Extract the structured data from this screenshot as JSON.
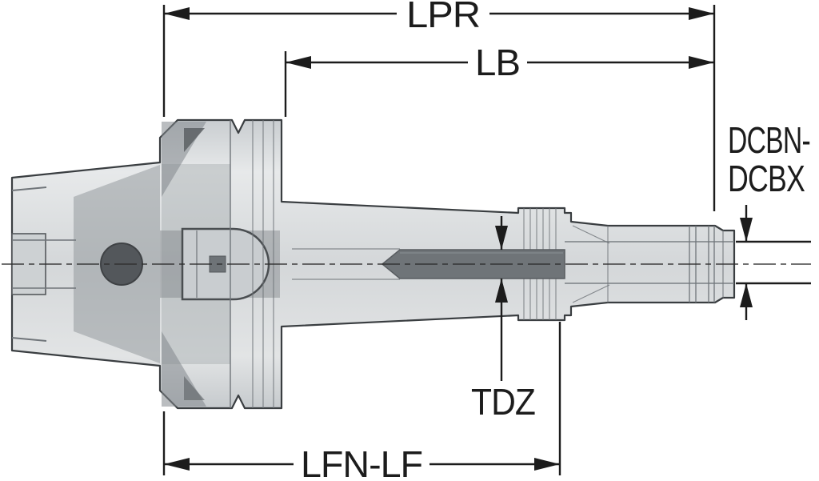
{
  "colors": {
    "bg": "#ffffff",
    "line": "#1c1c1c",
    "outline": "#3a3e41",
    "edge": "#70757a",
    "body-light": "#e7e9ea",
    "body-mid": "#d4d7d9",
    "body-shade": "#c6cacd",
    "internal": "#8e9397",
    "dark-rod": "#6f7478",
    "hole": "#53575b"
  },
  "diagram": {
    "dim_labels": {
      "lpr": "LPR",
      "lb": "LB",
      "dcbn": "DCBN-",
      "dcbx": "DCBX",
      "tdz": "TDZ",
      "lfn_lf": "LFN-LF"
    }
  }
}
